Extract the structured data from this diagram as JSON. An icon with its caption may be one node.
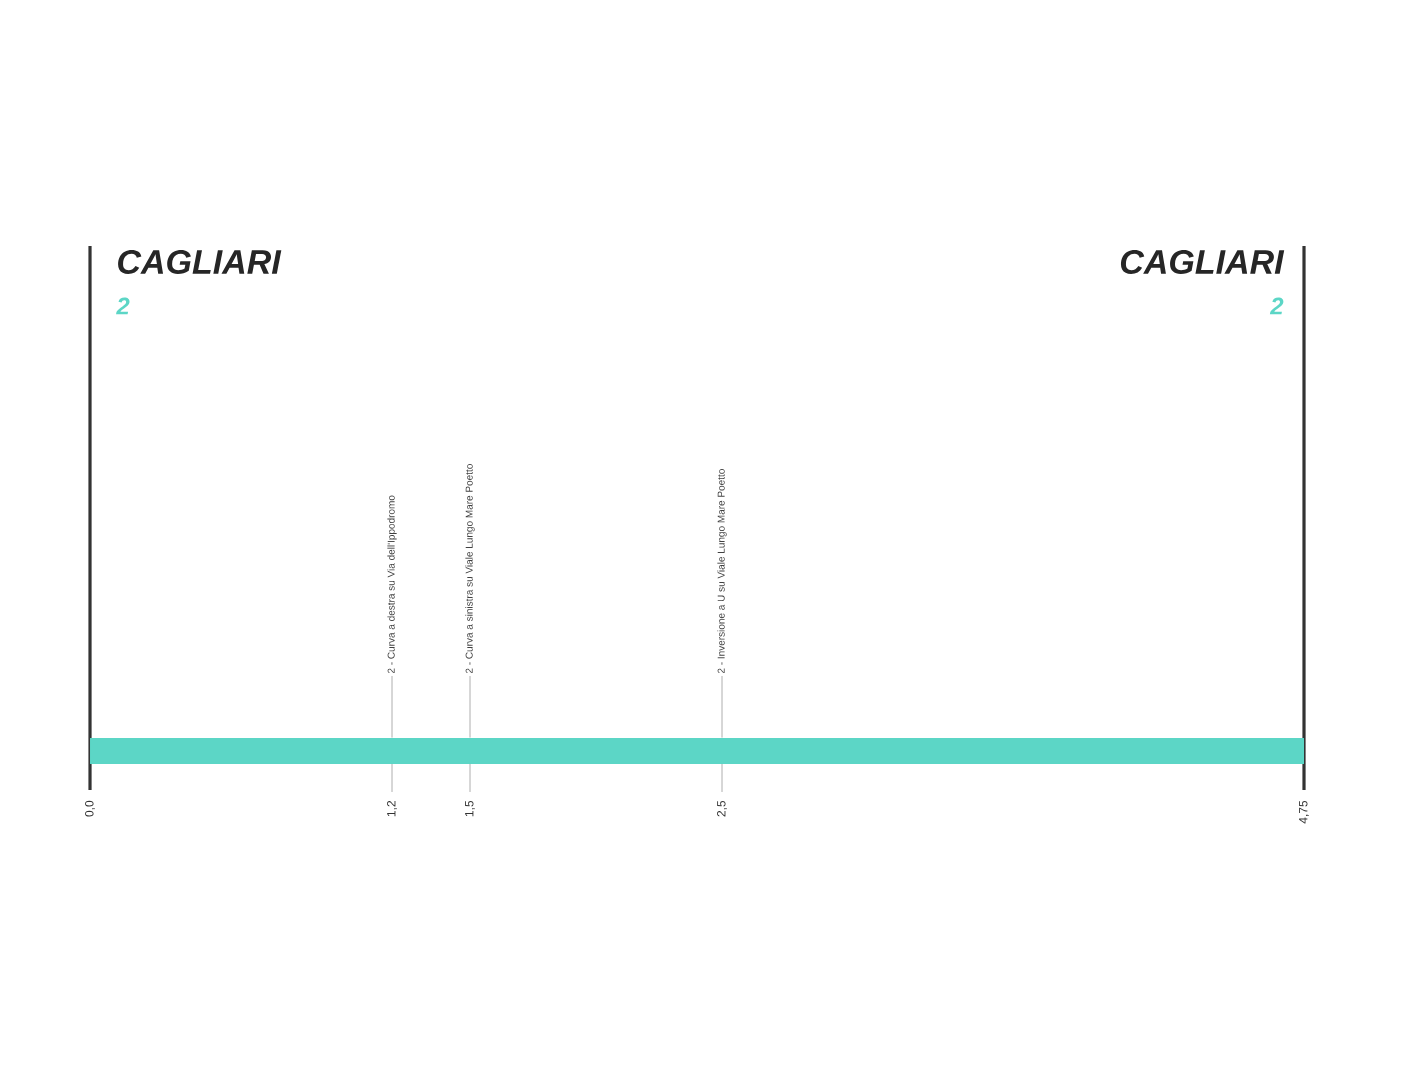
{
  "diagram": {
    "nodes": [
      {
        "text": [],
        "shape": "bar"
      },
      {
        "text": [
          "2 - Curva a destra su Via dell'Ippodromo"
        ]
      },
      {
        "text": [
          "2 - Curva a sinistra su Viale Lungo Mare Poetto"
        ]
      },
      {
        "text": [
          "2 - Inversione a U su Viale Lungo Mare Poetto"
        ]
      }
    ],
    "edges": [
      {
        "from": 1,
        "to": 0,
        "arrow": "none"
      },
      {
        "from": 2,
        "to": 0,
        "arrow": "none"
      },
      {
        "from": 3,
        "to": 0,
        "arrow": "none"
      }
    ],
    "labels": [
      "CAGLIARI",
      "2",
      "CAGLIARI",
      "2",
      "0,0",
      "1,2",
      "1,5",
      "2,5",
      "4,75"
    ]
  }
}
